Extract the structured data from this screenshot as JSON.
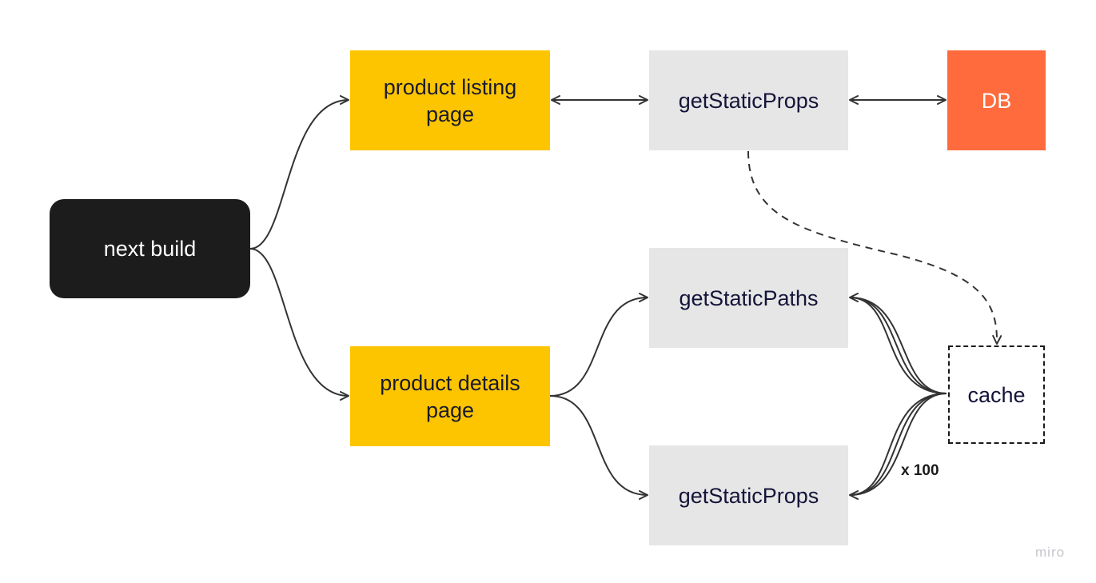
{
  "nodes": {
    "build": "next build",
    "listing": "product listing\npage",
    "details": "product details\npage",
    "props_top": "getStaticProps",
    "paths": "getStaticPaths",
    "props_bottom": "getStaticProps",
    "db": "DB",
    "cache": "cache"
  },
  "edge_label": "x 100",
  "watermark": "miro",
  "colors": {
    "build": "#1c1c1c",
    "page": "#fdc500",
    "function": "#e6e6e6",
    "db": "#ff6b3d",
    "edge": "#333333"
  }
}
